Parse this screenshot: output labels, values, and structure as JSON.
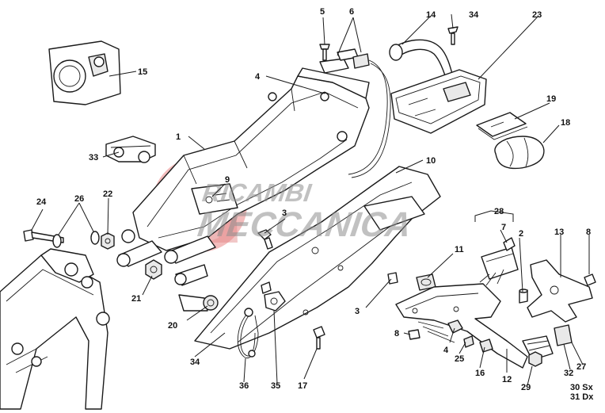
{
  "diagram": {
    "watermark": {
      "line1": "RICAMBI",
      "line2": "MECCANICA",
      "logo_color": "#e03030"
    },
    "callouts": [
      "1",
      "2",
      "3",
      "3",
      "4",
      "4",
      "5",
      "6",
      "7",
      "8",
      "8",
      "9",
      "10",
      "11",
      "12",
      "13",
      "14",
      "15",
      "16",
      "17",
      "18",
      "19",
      "20",
      "21",
      "22",
      "23",
      "24",
      "25",
      "26",
      "27",
      "28",
      "29",
      "30 Sx",
      "31 Dx",
      "32",
      "33",
      "34",
      "34",
      "35",
      "36"
    ]
  }
}
